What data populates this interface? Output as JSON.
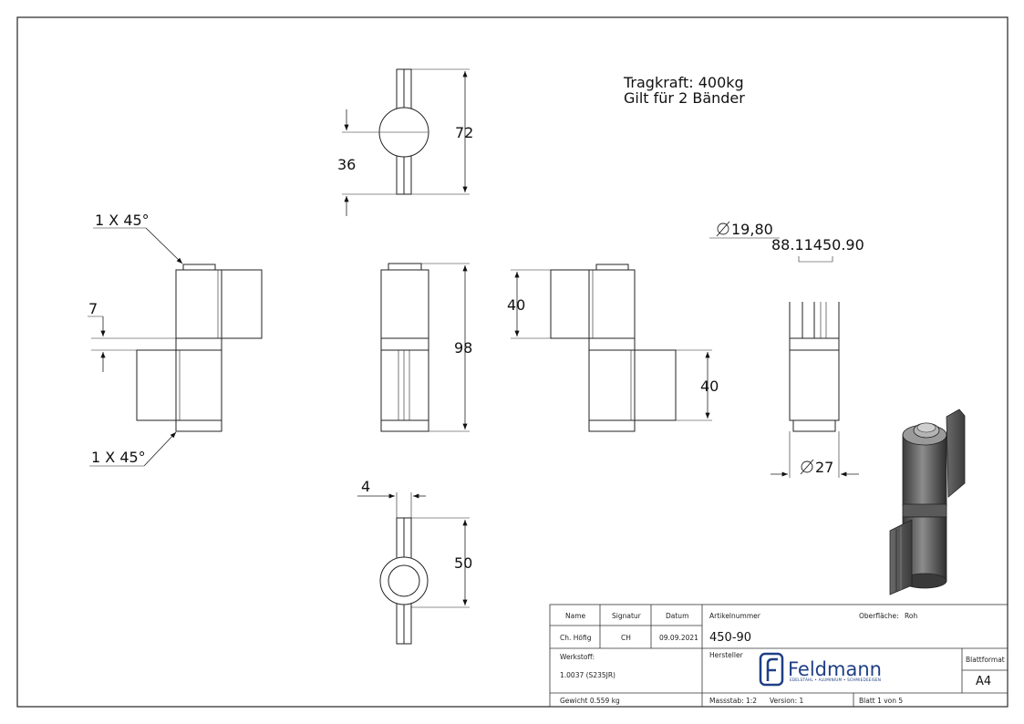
{
  "notes": {
    "load_line1": "Tragkraft: 400kg",
    "load_line2": "Gilt für 2 Bänder"
  },
  "dimensions": {
    "top_height": "72",
    "top_radius": "36",
    "chamfer_top": "1 X 45°",
    "chamfer_bottom": "1 X 45°",
    "offset": "7",
    "front_height": "98",
    "leaf_top": "40",
    "leaf_bottom": "40",
    "pin_diameter": "19,80",
    "part_ref": "88.11450.90",
    "body_diameter": "27",
    "leaf_thickness": "4",
    "bottom_height": "50"
  },
  "title_block": {
    "name_label": "Name",
    "signatur_label": "Signatur",
    "datum_label": "Datum",
    "artikel_label": "Artikelnummer",
    "oberflaeche_label": "Oberfläche:",
    "oberflaeche_value": "Roh",
    "name_value": "Ch. Höfig",
    "signatur_value": "CH",
    "datum_value": "09.09.2021",
    "artikel_value": "450-90",
    "werkstoff_label": "Werkstoff:",
    "werkstoff_value": "1.0037 (S235JR)",
    "hersteller_label": "Hersteller",
    "logo_name": "Feldmann",
    "logo_tagline": "EDELSTAHL • ALUMINIUM • SCHMIEDEEISEN",
    "blattformat_label": "Blattformat",
    "blattformat_value": "A4",
    "gewicht": "Gewicht 0.559 kg",
    "massstab": "Massstab: 1:2",
    "version": "Version: 1",
    "blatt": "Blatt 1 von 5"
  },
  "colors": {
    "line": "#222222",
    "logo": "#1f3f86",
    "render_dark": "#4a4a4a",
    "render_light": "#8a8a8a"
  }
}
